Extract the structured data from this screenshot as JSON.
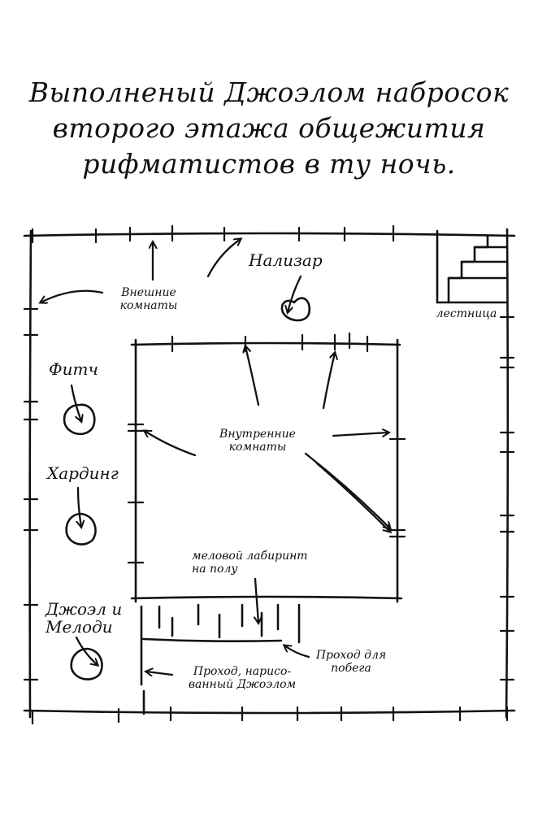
{
  "title": {
    "line1": "Выполненый Джоэлом набросок",
    "line2": "второго этажа общежития",
    "line3": "рифматистов в ту ночь."
  },
  "labels": {
    "nalizar": "Нализар",
    "outer_rooms_1": "Внешние",
    "outer_rooms_2": "комнаты",
    "stairs": "лестница",
    "fitch": "Фитч",
    "inner_rooms_1": "Внутренние",
    "inner_rooms_2": "комнаты",
    "harding": "Хардинг",
    "chalk_maze_1": "меловой лабиринт",
    "chalk_maze_2": "на полу",
    "joel_melody_1": "Джоэл и",
    "joel_melody_2": "Мелоди",
    "escape_1": "Проход для",
    "escape_2": "побега",
    "drawn_passage_1": "Проход, нарисо-",
    "drawn_passage_2": "ванный Джоэлом"
  },
  "colors": {
    "ink": "#111111",
    "paper": "#ffffff"
  }
}
